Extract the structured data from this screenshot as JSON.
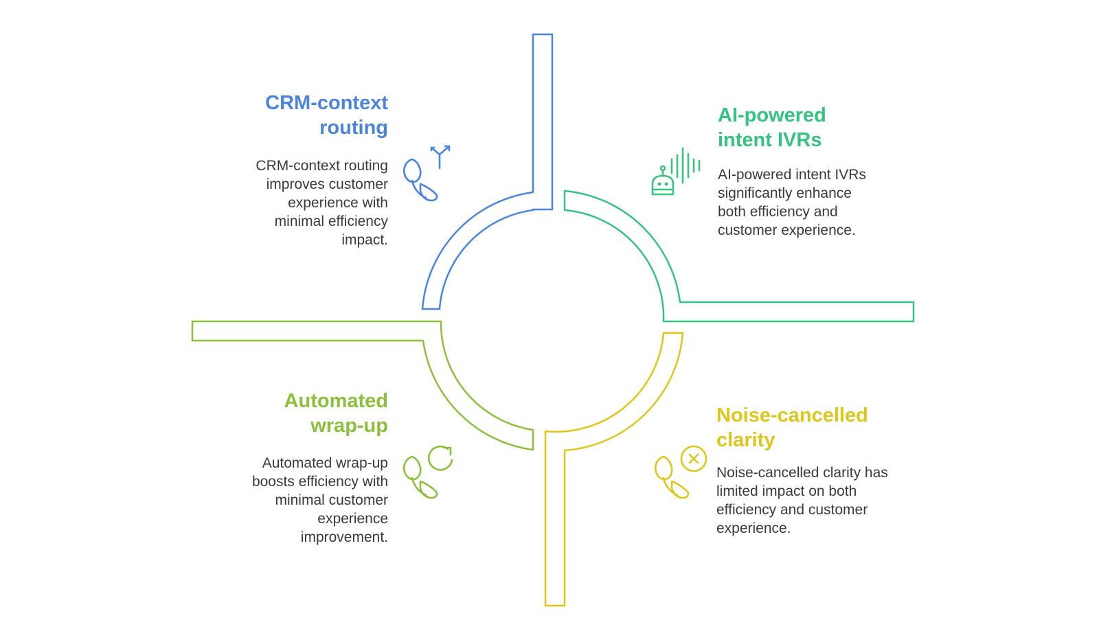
{
  "colors": {
    "blue": "#4b84d9",
    "green": "#36c281",
    "olive": "#8cbf3d",
    "yellow": "#ddc61e"
  },
  "quadrants": {
    "crm": {
      "title_line1": "CRM-context",
      "title_line2": "routing",
      "desc_lines": [
        "CRM-context routing",
        "improves customer",
        "experience with",
        "minimal efficiency",
        "impact."
      ],
      "icon": "phone-routing-icon"
    },
    "ai": {
      "title_line1": "AI-powered",
      "title_line2": "intent IVRs",
      "desc_lines": [
        "AI-powered intent IVRs",
        "significantly enhance",
        "both efficiency and",
        "customer experience."
      ],
      "icon": "robot-voice-icon"
    },
    "wrap": {
      "title_line1": "Automated",
      "title_line2": "wrap-up",
      "desc_lines": [
        "Automated wrap-up",
        "boosts efficiency with",
        "minimal customer",
        "experience",
        "improvement."
      ],
      "icon": "phone-refresh-icon"
    },
    "noise": {
      "title_line1": "Noise-cancelled",
      "title_line2": "clarity",
      "desc_lines": [
        "Noise-cancelled clarity has",
        "limited impact on both",
        "efficiency and customer",
        "experience."
      ],
      "icon": "phone-cancel-icon"
    }
  }
}
